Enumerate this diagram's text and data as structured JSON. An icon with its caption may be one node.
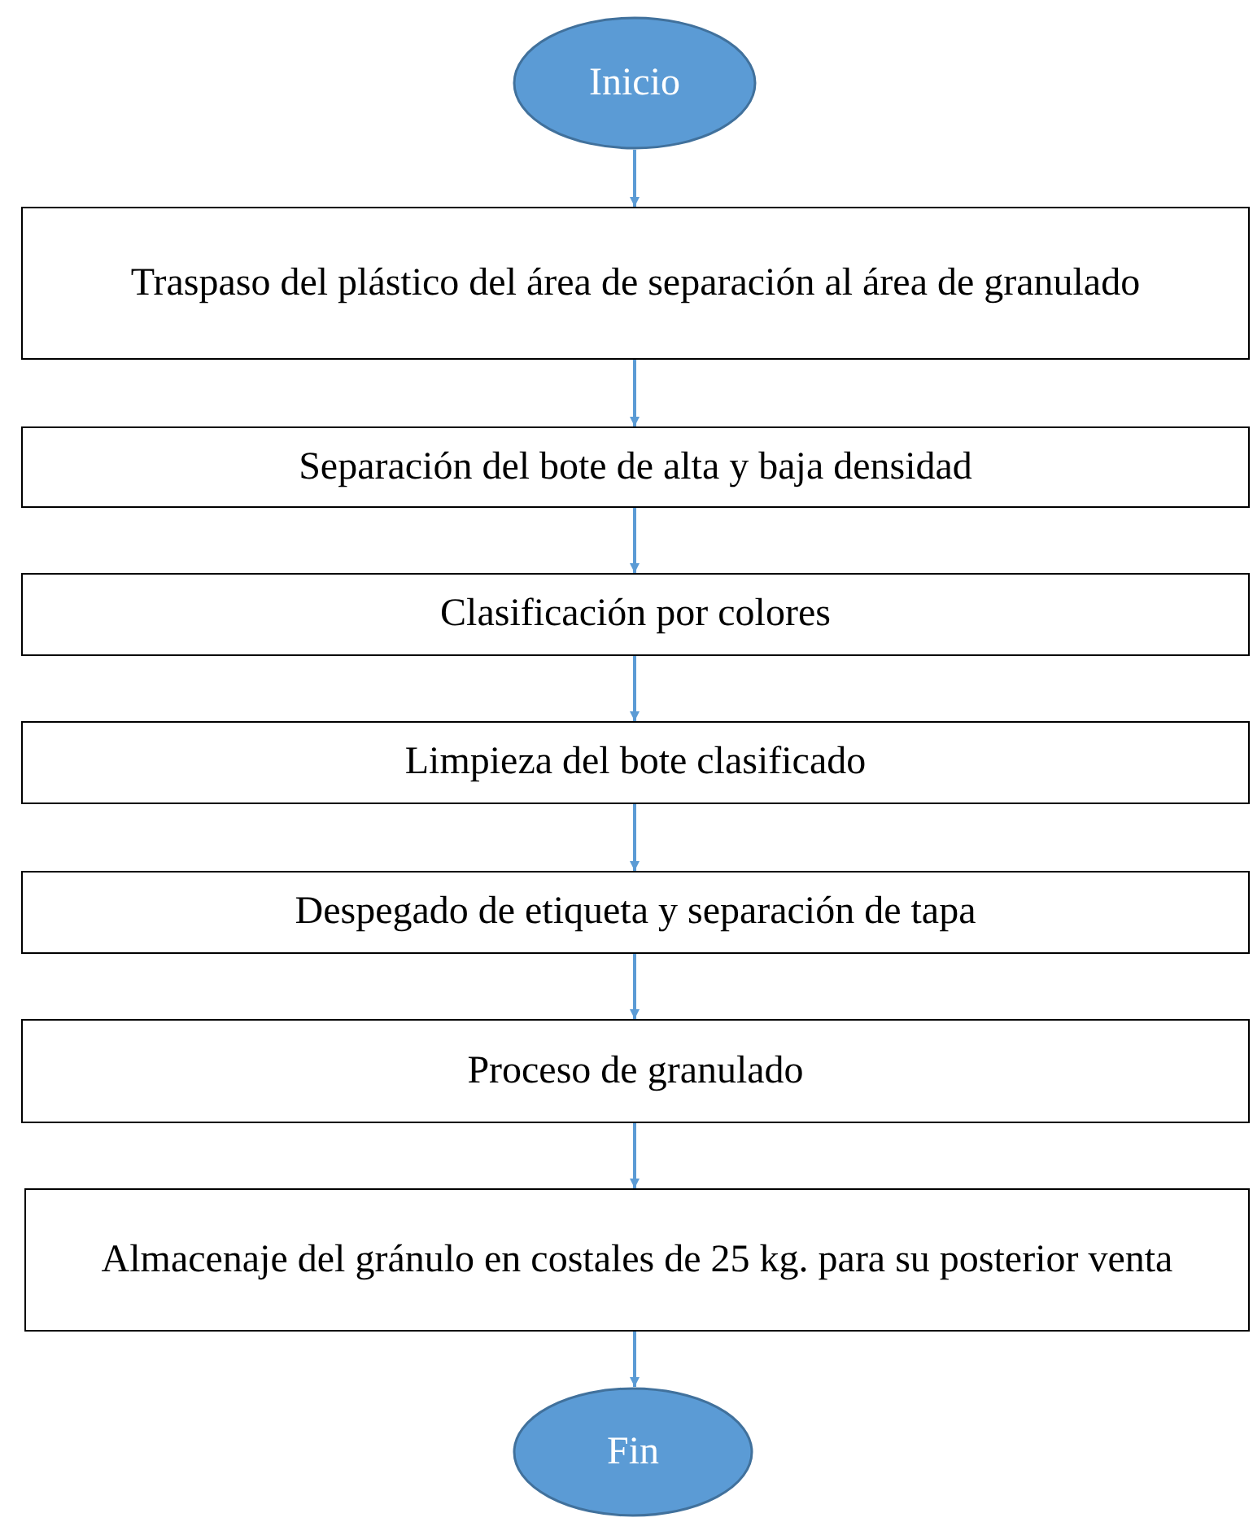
{
  "diagram": {
    "nodes": [
      {
        "text": [
          "Inicio"
        ]
      },
      {
        "text": [
          "Traspaso del plástico del área de separación al área de granulado"
        ]
      },
      {
        "text": [
          "Separación del bote de alta y baja densidad"
        ]
      },
      {
        "text": [
          "Clasificación por colores"
        ]
      },
      {
        "text": [
          "Limpieza del bote clasificado"
        ]
      },
      {
        "text": [
          "Despegado de etiqueta y separación de tapa"
        ]
      },
      {
        "text": [
          "Proceso de granulado"
        ]
      },
      {
        "text": [
          "Almacenaje del gránulo en costales de 25 kg. para su posterior venta"
        ]
      },
      {
        "text": [
          "Fin"
        ]
      }
    ],
    "edges": [
      {
        "from": 0,
        "to": 1,
        "arrow": "to"
      },
      {
        "from": 1,
        "to": 2,
        "arrow": "to"
      },
      {
        "from": 2,
        "to": 3,
        "arrow": "to"
      },
      {
        "from": 3,
        "to": 4,
        "arrow": "to"
      },
      {
        "from": 4,
        "to": 5,
        "arrow": "to"
      },
      {
        "from": 5,
        "to": 6,
        "arrow": "to"
      },
      {
        "from": 6,
        "to": 7,
        "arrow": "to"
      },
      {
        "from": 7,
        "to": 8,
        "arrow": "to"
      }
    ]
  }
}
